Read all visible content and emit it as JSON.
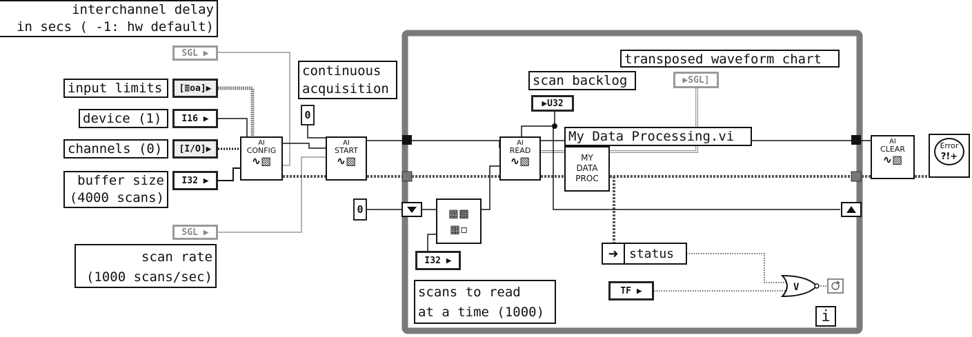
{
  "labels": {
    "interchannel_delay": "interchannel delay\nin secs ( -1: hw default)",
    "input_limits": "input limits",
    "device": "device (1)",
    "channels": "channels (0)",
    "buffer_size": "buffer size\n(4000 scans)",
    "scan_rate": "scan rate\n(1000 scans/sec)",
    "continuous_acquisition": "continuous\nacquisition",
    "scan_backlog": "scan backlog",
    "transposed_chart": "transposed waveform chart",
    "my_data_processing": "My Data Processing.vi",
    "status": "status",
    "scans_to_read": "scans to read\nat a time (1000)"
  },
  "terminals": {
    "sgl_top": "SGL",
    "input_limits_type": "[≣oa]",
    "device_type": "I16",
    "channels_type": "[I/O]",
    "buffer_type": "I32",
    "sgl_bottom": "SGL",
    "continuous_value": "0",
    "backlog_type": "U32",
    "chart_type": "SGL",
    "zero_const": "0",
    "scans_type": "I32",
    "tf_type": "TF"
  },
  "vis": {
    "ai_config": [
      "AI",
      "CONFIG"
    ],
    "ai_start": [
      "AI",
      "START"
    ],
    "ai_read": [
      "AI",
      "READ"
    ],
    "ai_clear": [
      "AI",
      "CLEAR"
    ],
    "my_proc": [
      "MY",
      "DATA",
      "PROC"
    ],
    "error": [
      "Error",
      "?!+"
    ]
  },
  "loop": {
    "iteration_icon": "i",
    "or_gate": "V"
  }
}
